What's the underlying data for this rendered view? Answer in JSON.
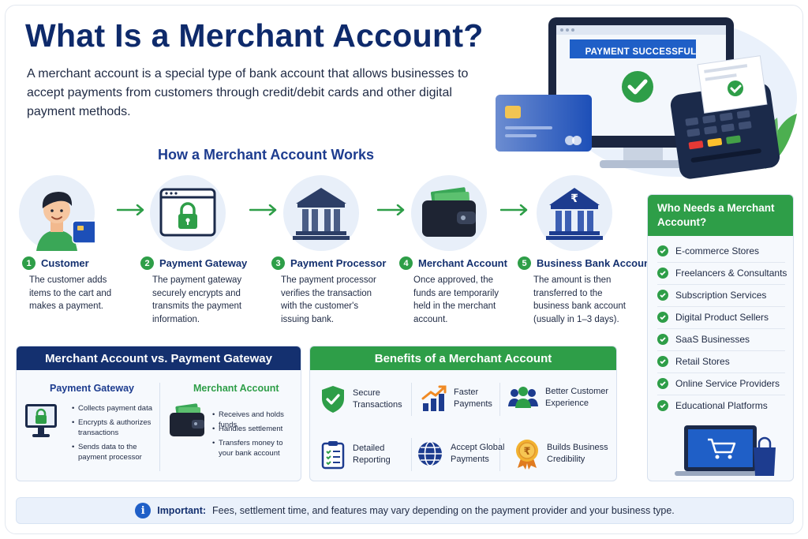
{
  "title": "What Is a Merchant Account?",
  "intro": "A merchant account is a special type of bank account that allows businesses to accept payments from customers through credit/debit cards and other digital payment methods.",
  "hero": {
    "banner": "PAYMENT SUCCESSFUL"
  },
  "how_title": "How a Merchant Account Works",
  "steps": [
    {
      "num": "1",
      "title": "Customer",
      "desc": "The customer adds items to the cart and makes a payment.",
      "icon": "customer-icon"
    },
    {
      "num": "2",
      "title": "Payment Gateway",
      "desc": "The payment gateway securely encrypts and transmits the payment information.",
      "icon": "secure-browser-icon"
    },
    {
      "num": "3",
      "title": "Payment Processor",
      "desc": "The payment processor verifies the transaction with the customer's issuing bank.",
      "icon": "bank-icon"
    },
    {
      "num": "4",
      "title": "Merchant Account",
      "desc": "Once approved, the funds are temporarily held in the merchant account.",
      "icon": "wallet-icon"
    },
    {
      "num": "5",
      "title": "Business Bank Account",
      "desc": "The amount is then transferred to the business bank account (usually in 1–3 days).",
      "icon": "rupee-bank-icon"
    }
  ],
  "comparison": {
    "title": "Merchant Account vs. Payment Gateway",
    "gateway": {
      "title": "Payment Gateway",
      "items": [
        "Collects payment data",
        "Encrypts & authorizes transactions",
        "Sends data to the payment processor"
      ]
    },
    "merchant": {
      "title": "Merchant Account",
      "items": [
        "Receives and holds funds",
        "Handles settlement",
        "Transfers money to your bank account"
      ]
    }
  },
  "benefits": {
    "title": "Benefits of a Merchant Account",
    "items": [
      {
        "label": "Secure Transactions",
        "icon": "shield-check-icon"
      },
      {
        "label": "Faster Payments",
        "icon": "growth-chart-icon"
      },
      {
        "label": "Better Customer Experience",
        "icon": "people-icon"
      },
      {
        "label": "Detailed Reporting",
        "icon": "clipboard-icon"
      },
      {
        "label": "Accept Global Payments",
        "icon": "globe-icon"
      },
      {
        "label": "Builds Business Credibility",
        "icon": "rupee-badge-icon"
      }
    ]
  },
  "who": {
    "title": "Who Needs a Merchant Account?",
    "items": [
      "E-commerce Stores",
      "Freelancers & Consultants",
      "Subscription Services",
      "Digital Product Sellers",
      "SaaS Businesses",
      "Retail Stores",
      "Online Service Providers",
      "Educational Platforms"
    ]
  },
  "note": {
    "label": "Important:",
    "text": "Fees, settlement time, and features may vary depending on the payment provider and your business type."
  },
  "colors": {
    "navy": "#0e2a6b",
    "blue": "#1d3c8f",
    "green": "#2e9e48",
    "light": "#e8eff9"
  }
}
